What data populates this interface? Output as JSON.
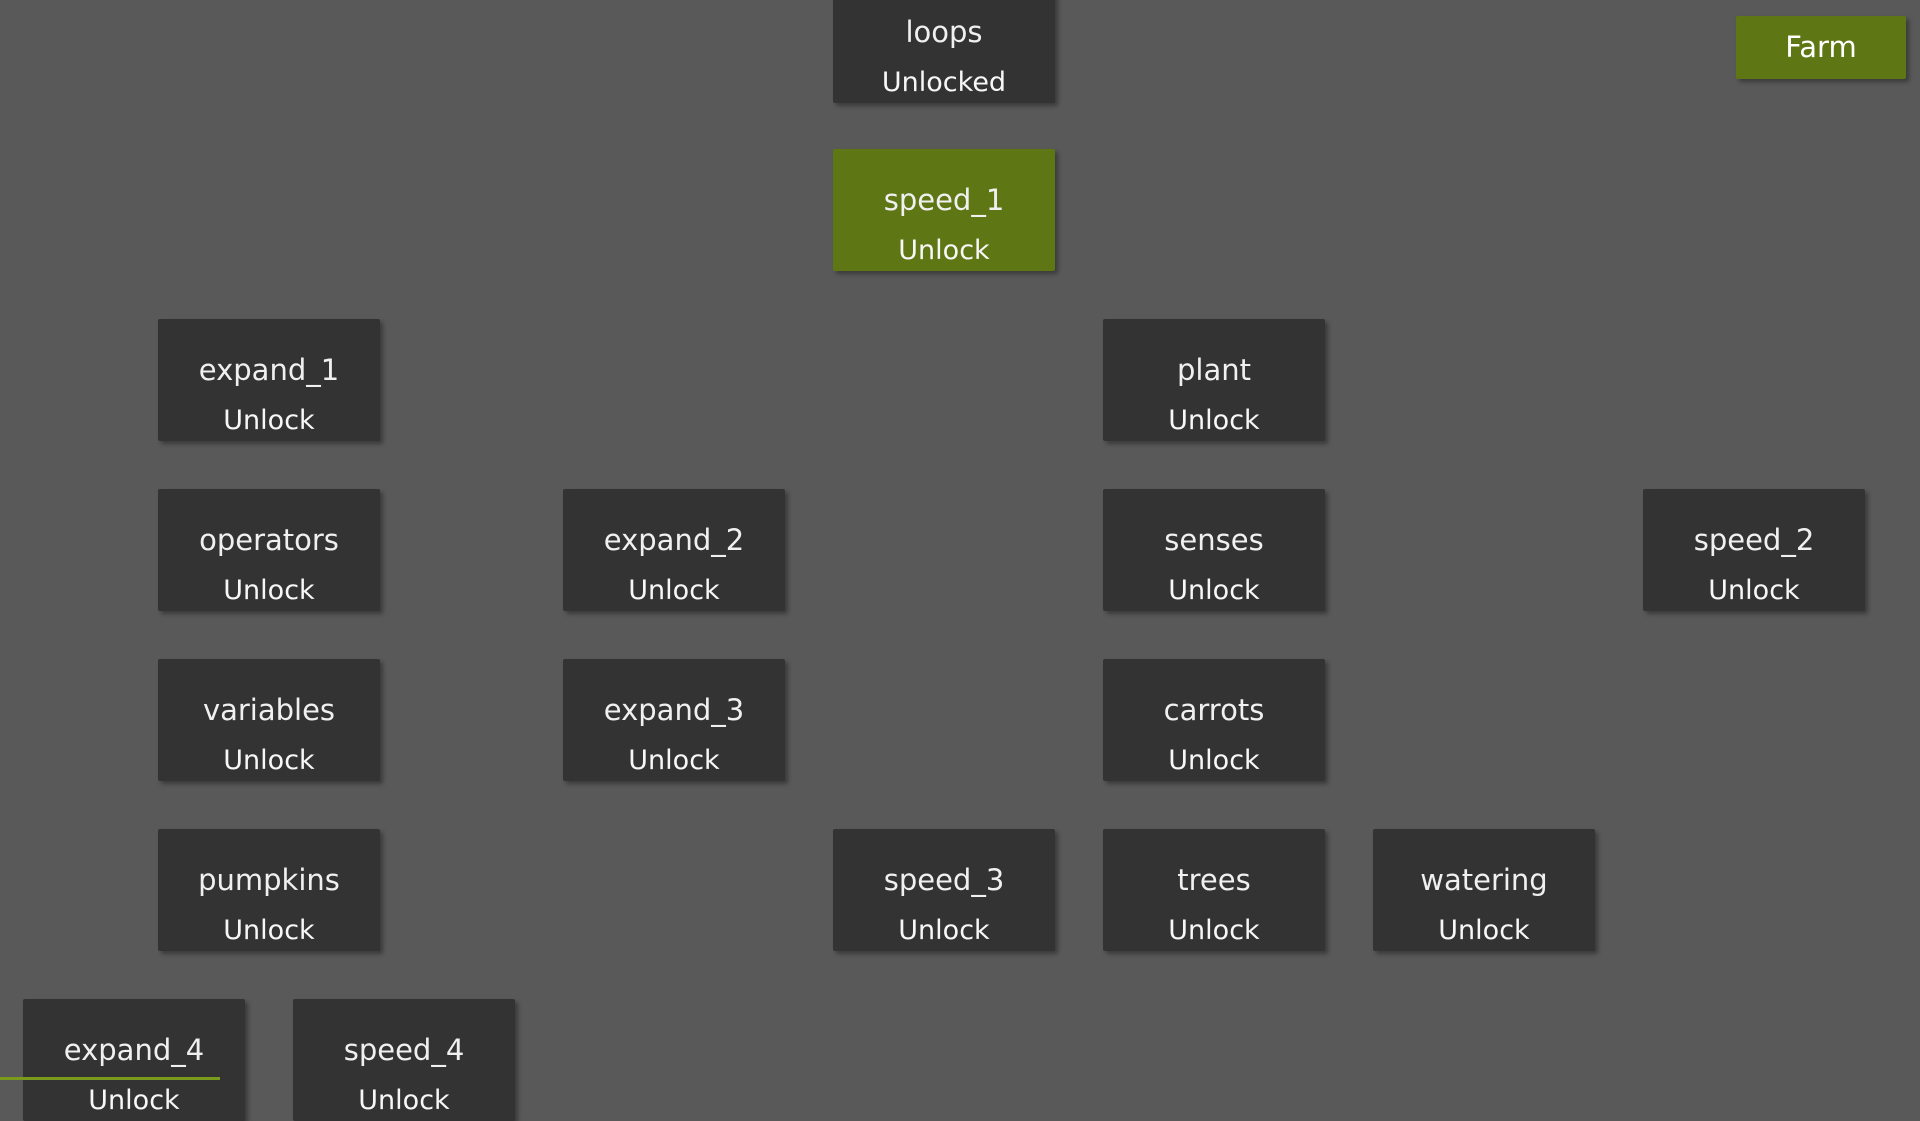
{
  "header": {
    "farm_button_label": "Farm"
  },
  "upgrades": [
    {
      "id": "loops",
      "name": "loops",
      "state": "Unlocked"
    },
    {
      "id": "speed_1",
      "name": "speed_1",
      "state": "Unlock",
      "affordable": true
    },
    {
      "id": "expand_1",
      "name": "expand_1",
      "state": "Unlock"
    },
    {
      "id": "plant",
      "name": "plant",
      "state": "Unlock"
    },
    {
      "id": "operators",
      "name": "operators",
      "state": "Unlock"
    },
    {
      "id": "expand_2",
      "name": "expand_2",
      "state": "Unlock"
    },
    {
      "id": "senses",
      "name": "senses",
      "state": "Unlock"
    },
    {
      "id": "speed_2",
      "name": "speed_2",
      "state": "Unlock"
    },
    {
      "id": "variables",
      "name": "variables",
      "state": "Unlock"
    },
    {
      "id": "expand_3",
      "name": "expand_3",
      "state": "Unlock"
    },
    {
      "id": "carrots",
      "name": "carrots",
      "state": "Unlock"
    },
    {
      "id": "pumpkins",
      "name": "pumpkins",
      "state": "Unlock"
    },
    {
      "id": "speed_3",
      "name": "speed_3",
      "state": "Unlock"
    },
    {
      "id": "trees",
      "name": "trees",
      "state": "Unlock"
    },
    {
      "id": "watering",
      "name": "watering",
      "state": "Unlock"
    },
    {
      "id": "expand_4",
      "name": "expand_4",
      "state": "Unlock"
    },
    {
      "id": "speed_4",
      "name": "speed_4",
      "state": "Unlock"
    }
  ],
  "colors": {
    "background": "#595959",
    "node": "#333333",
    "affordable": "#5f7614"
  }
}
